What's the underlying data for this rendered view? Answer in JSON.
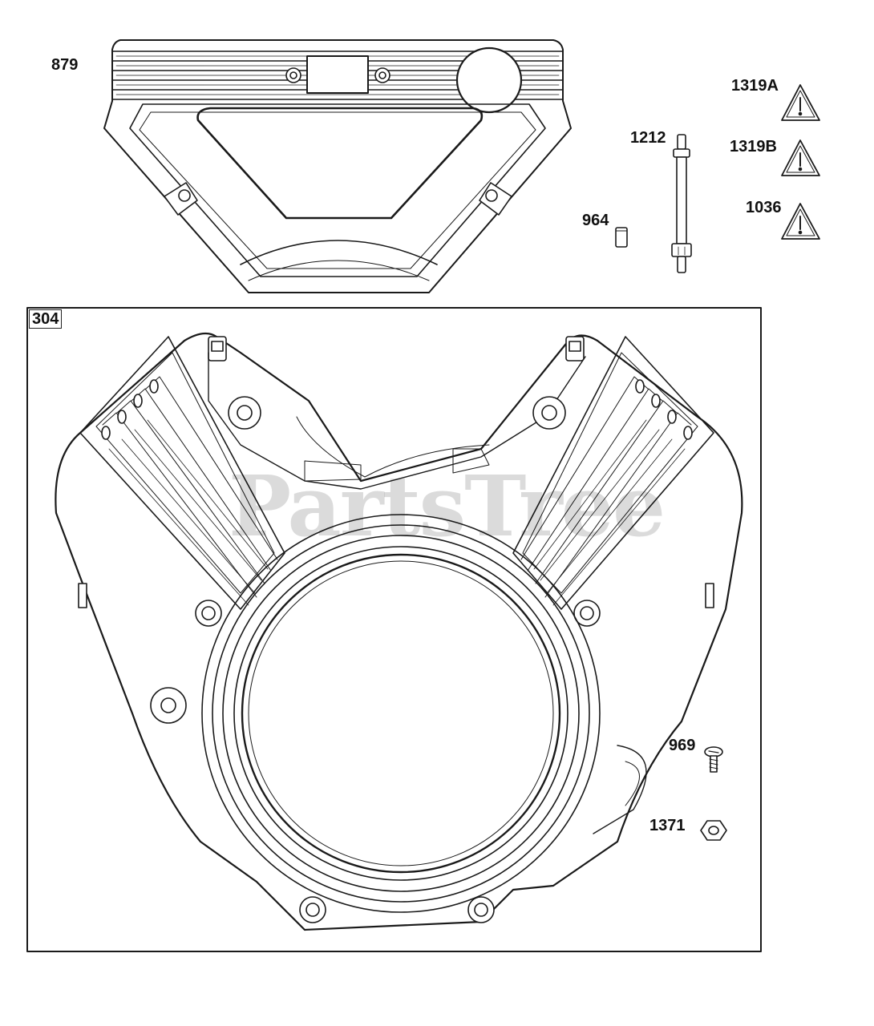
{
  "diagram": {
    "watermark": "PartsTree",
    "colors": {
      "line": "#1a1a1a",
      "background": "#ffffff",
      "watermark": "#cccccc"
    },
    "callouts": {
      "p879": "879",
      "p1212": "1212",
      "p964": "964",
      "p1319A": "1319A",
      "p1319B": "1319B",
      "p1036": "1036",
      "p304": "304",
      "p969": "969",
      "p1371": "1371"
    },
    "icons": {
      "warning": "warning-triangle-icon",
      "screw": "screw-icon",
      "nut": "hex-nut-icon",
      "pin": "pin-icon",
      "stud": "stud-icon"
    }
  }
}
